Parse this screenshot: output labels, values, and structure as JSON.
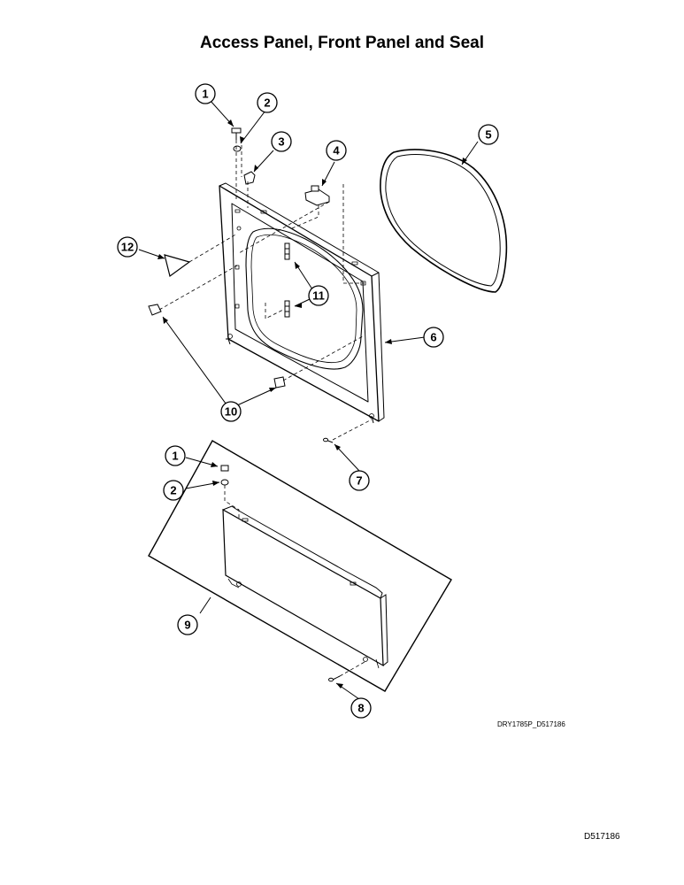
{
  "title": "Access Panel, Front Panel and Seal",
  "drawing_code": "DRY1785P_D517186",
  "doc_number": "D517186",
  "callouts": [
    {
      "id": "c1a",
      "label": "1"
    },
    {
      "id": "c2a",
      "label": "2"
    },
    {
      "id": "c3",
      "label": "3"
    },
    {
      "id": "c4",
      "label": "4"
    },
    {
      "id": "c5",
      "label": "5"
    },
    {
      "id": "c6",
      "label": "6"
    },
    {
      "id": "c7",
      "label": "7"
    },
    {
      "id": "c8",
      "label": "8"
    },
    {
      "id": "c9",
      "label": "9"
    },
    {
      "id": "c10",
      "label": "10"
    },
    {
      "id": "c11",
      "label": "11"
    },
    {
      "id": "c12",
      "label": "12"
    },
    {
      "id": "c1b",
      "label": "1"
    },
    {
      "id": "c2b",
      "label": "2"
    }
  ]
}
